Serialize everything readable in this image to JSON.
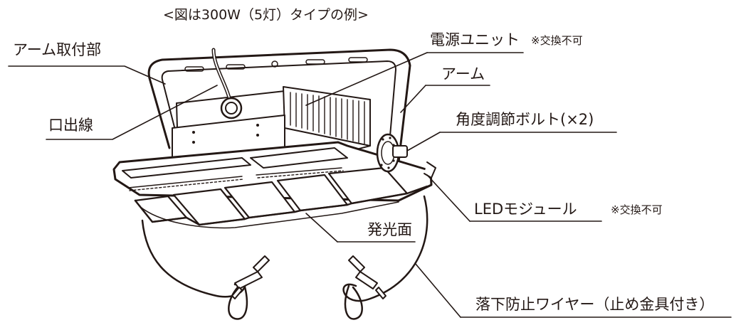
{
  "title": "<図は300W（5灯）タイプの例>",
  "labels": {
    "arm_mount": "アーム取付部",
    "lead_wire": "口出線",
    "power_unit": "電源ユニット",
    "power_unit_note": "※交換不可",
    "arm": "アーム",
    "angle_bolt": "角度調節ボルト(×2)",
    "led_module": "LEDモジュール",
    "led_module_note": "※交換不可",
    "emitting_surface": "発光面",
    "safety_wire": "落下防止ワイヤー（止め金具付き）"
  },
  "colors": {
    "line": "#231815",
    "body": "#ffffff",
    "shade": "#3a3a3a"
  }
}
